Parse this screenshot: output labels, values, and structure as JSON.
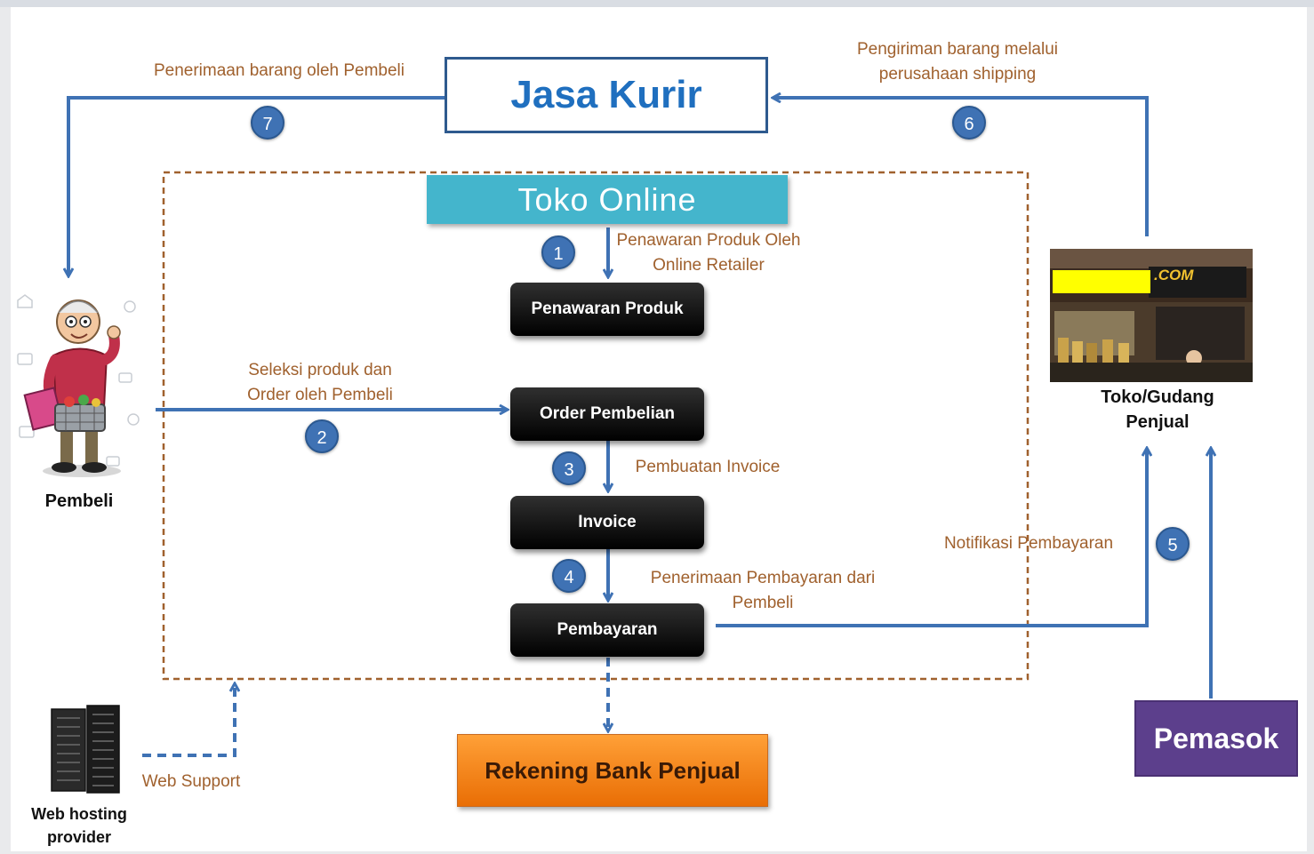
{
  "nodes": {
    "jasa_kurir": "Jasa Kurir",
    "toko_online": "Toko Online",
    "penawaran_produk": "Penawaran Produk",
    "order_pembelian": "Order Pembelian",
    "invoice": "Invoice",
    "pembayaran": "Pembayaran",
    "rekening_bank": "Rekening Bank Penjual",
    "pemasok": "Pemasok"
  },
  "actors": {
    "pembeli": "Pembeli",
    "toko_gudang_line1": "Toko/Gudang",
    "toko_gudang_line2": "Penjual",
    "web_hosting_line1": "Web hosting",
    "web_hosting_line2": "provider",
    "store_sign": ".COM"
  },
  "steps": {
    "s1": {
      "number": "1",
      "line1": "Penawaran Produk Oleh",
      "line2": "Online Retailer"
    },
    "s2": {
      "number": "2",
      "line1": "Seleksi  produk dan",
      "line2": "Order oleh Pembeli"
    },
    "s3": {
      "number": "3",
      "line1": "Pembuatan Invoice"
    },
    "s4": {
      "number": "4",
      "line1": "Penerimaan Pembayaran dari",
      "line2": "Pembeli"
    },
    "s5": {
      "number": "5",
      "line1": "Notifikasi Pembayaran"
    },
    "s6": {
      "number": "6",
      "line1": "Pengiriman barang melalui",
      "line2": "perusahaan shipping"
    },
    "s7": {
      "number": "7",
      "line1": "Penerimaan barang oleh  Pembeli"
    }
  },
  "web_support": "Web  Support",
  "colors": {
    "arrow_blue": "#3f72b4",
    "label_brown": "#a0612e",
    "kurir_text": "#1f6fbf",
    "toko_online_bg": "#44b5cc",
    "bank_orange": "#f28a1c",
    "pemasok_purple": "#5c3f8c",
    "dashed_border": "#a0612e"
  }
}
